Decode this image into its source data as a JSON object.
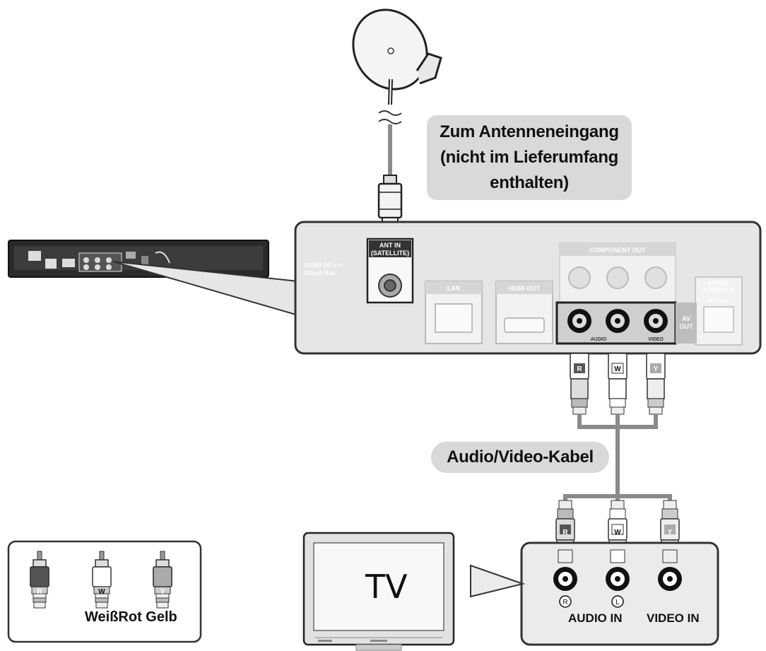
{
  "callouts": {
    "antenna_line1": "Zum Antenneneingang",
    "antenna_line2": "(nicht im Lieferumfang",
    "antenna_line3": "enthalten)",
    "cable": "Audio/Video-Kabel"
  },
  "back_panel": {
    "ant_in_line1": "ANT IN",
    "ant_in_line2": "(SATELLITE)",
    "power_line1": "13/18V DC ===",
    "power_line2": "400mA Max.",
    "lan": "LAN",
    "hdmi_out": "HDMI OUT",
    "component_out": "COMPONENT OUT",
    "digital_audio_out_line1": "DIGITAL",
    "digital_audio_out_line2": "AUDIO OUT",
    "optical": "OPTICAL",
    "av_out_line1": "AV",
    "av_out_line2": "OUT",
    "audio_r": "AUDIO",
    "video": "VIDEO"
  },
  "plugs": {
    "red": "R",
    "white": "W",
    "yellow": "Y"
  },
  "tv": {
    "label": "TV",
    "audio_in": "AUDIO IN",
    "video_in": "VIDEO IN",
    "right_mark": "R",
    "left_mark": "L"
  },
  "legend": {
    "label": "WeißRot Gelb"
  },
  "colors": {
    "panel_fill": "#e6e6e6",
    "callout_fill": "#d9d9d9",
    "cable": "#8a8a8a",
    "outline": "#333333"
  }
}
